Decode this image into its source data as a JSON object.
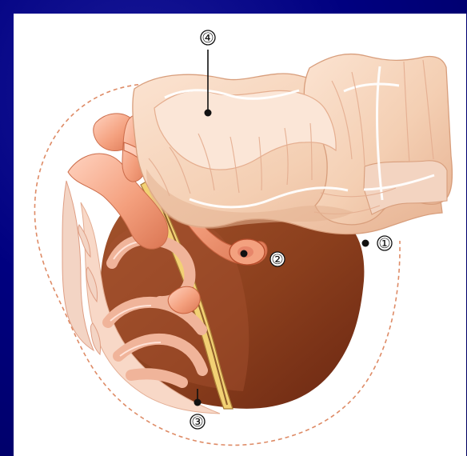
{
  "diagram": {
    "labels": {
      "one": "①",
      "two": "②",
      "three": "③",
      "four": "④"
    }
  },
  "colors": {
    "background_blue": "#000080",
    "panel_white": "#ffffff",
    "tissue_peach": "#f6d3b8",
    "tissue_shadow": "#e9b18a",
    "cavity_brown": "#8b3f1d",
    "cavity_dark": "#6d2a12",
    "vessel_pink": "#f2a07b",
    "vessel_highlight": "#ffd2bc",
    "dashed_outline": "#de8b66",
    "yellow_strip": "#f2d174"
  }
}
